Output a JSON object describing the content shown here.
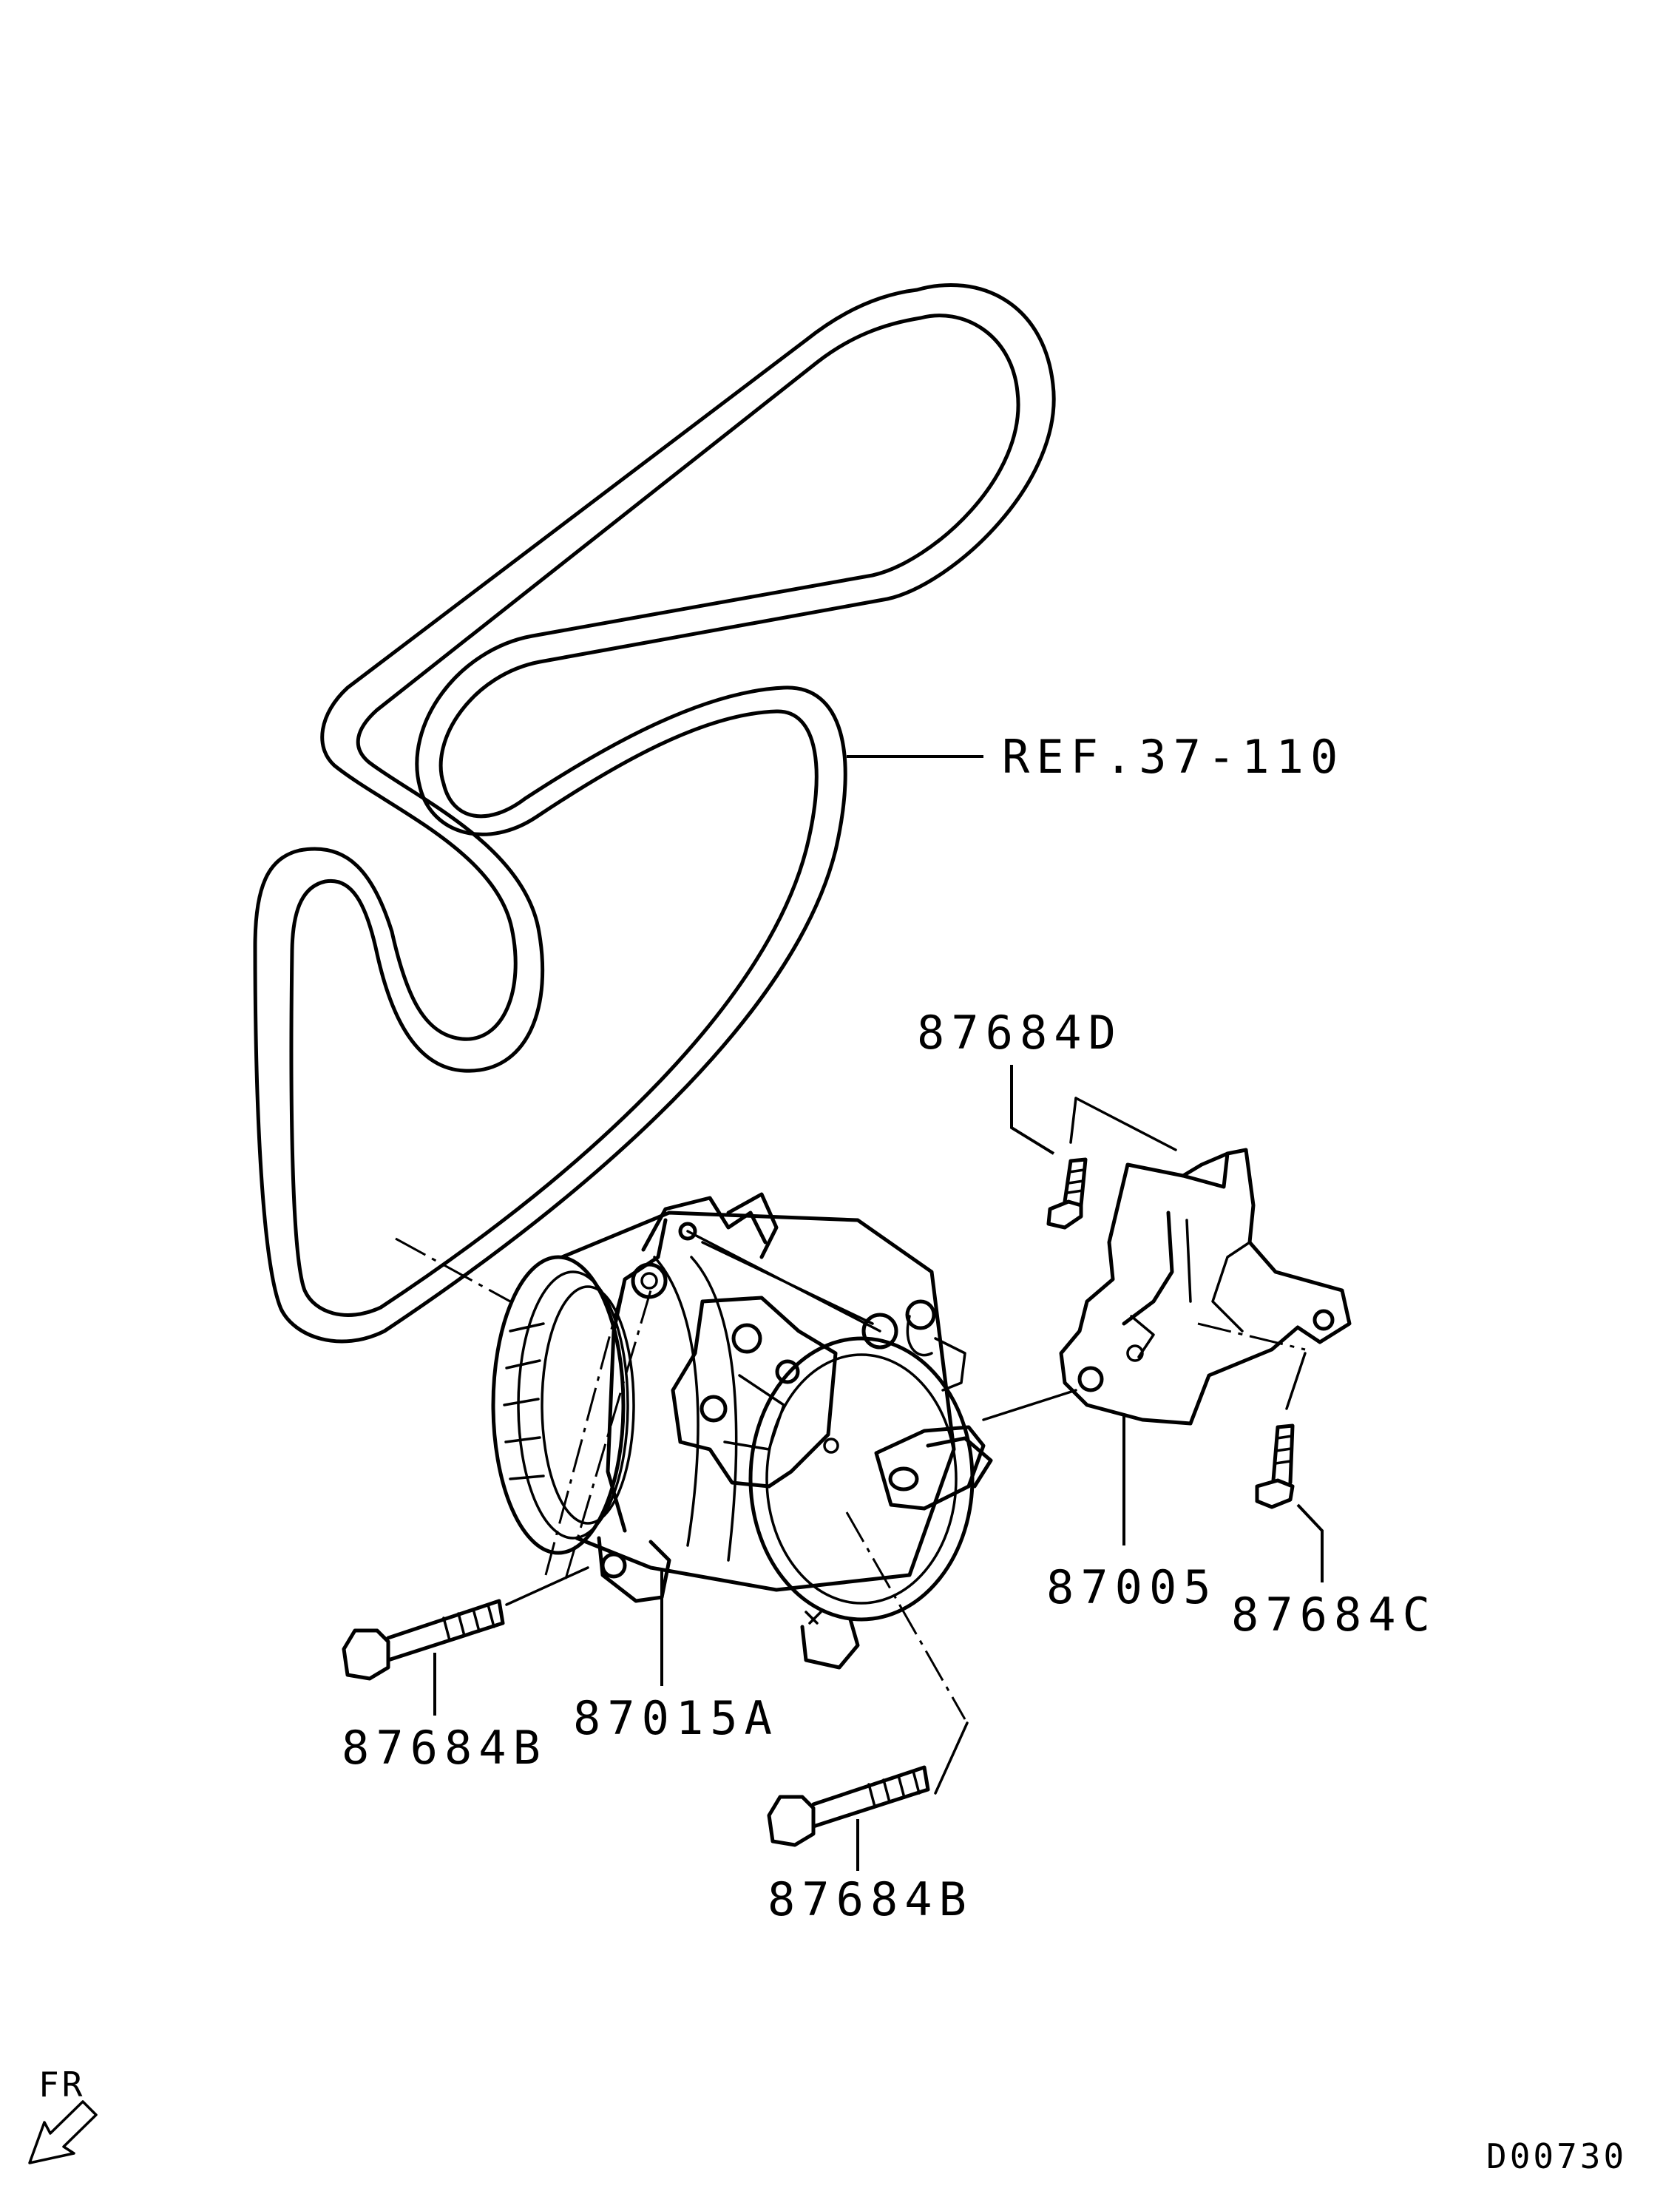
{
  "labels": {
    "belt_ref": "REF.37-110",
    "bolt_top": "87684D",
    "bracket": "87005",
    "bolt_right": "87684C",
    "bolt_left": "87684B",
    "compressor": "87015A",
    "bolt_bottom": "87684B",
    "direction": "FR",
    "drawing_code": "D00730"
  }
}
